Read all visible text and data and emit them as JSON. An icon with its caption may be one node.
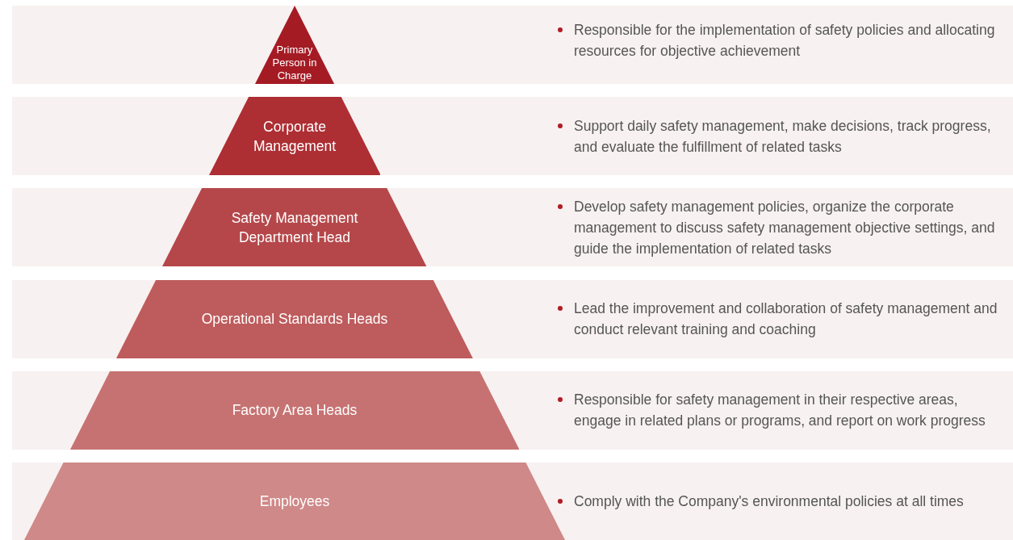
{
  "diagram": {
    "nodes": [
      {
        "text": [
          "Responsible for the implementation of safety policies and allocating resources for objective achievement"
        ]
      },
      {
        "text": [
          "Primary Person in Charge"
        ],
        "in": 0
      },
      {
        "text": [
          "Support daily safety management, make decisions, track progress, and evaluate the fulfillment of related tasks"
        ]
      },
      {
        "text": [
          "Corporate Management"
        ],
        "in": 2
      },
      {
        "text": [
          "Develop safety management policies, organize the corporate management to discuss safety management objective settings, and guide the implementation of related tasks"
        ]
      },
      {
        "text": [
          "Safety Management Department Head"
        ],
        "in": 4
      },
      {
        "text": [
          "Lead the improvement and collaboration of safety management and conduct relevant training and coaching"
        ]
      },
      {
        "text": [
          "Operational Standards Heads"
        ],
        "in": 6
      },
      {
        "text": [
          "Responsible for safety management in their respective areas, engage in related plans or programs, and report on work progress"
        ]
      },
      {
        "text": [
          "Factory Area Heads"
        ],
        "in": 8
      },
      {
        "text": [
          "Comply with the Company's environmental policies at all times"
        ]
      },
      {
        "text": [
          "Employees"
        ],
        "in": 10
      }
    ],
    "edges": []
  }
}
